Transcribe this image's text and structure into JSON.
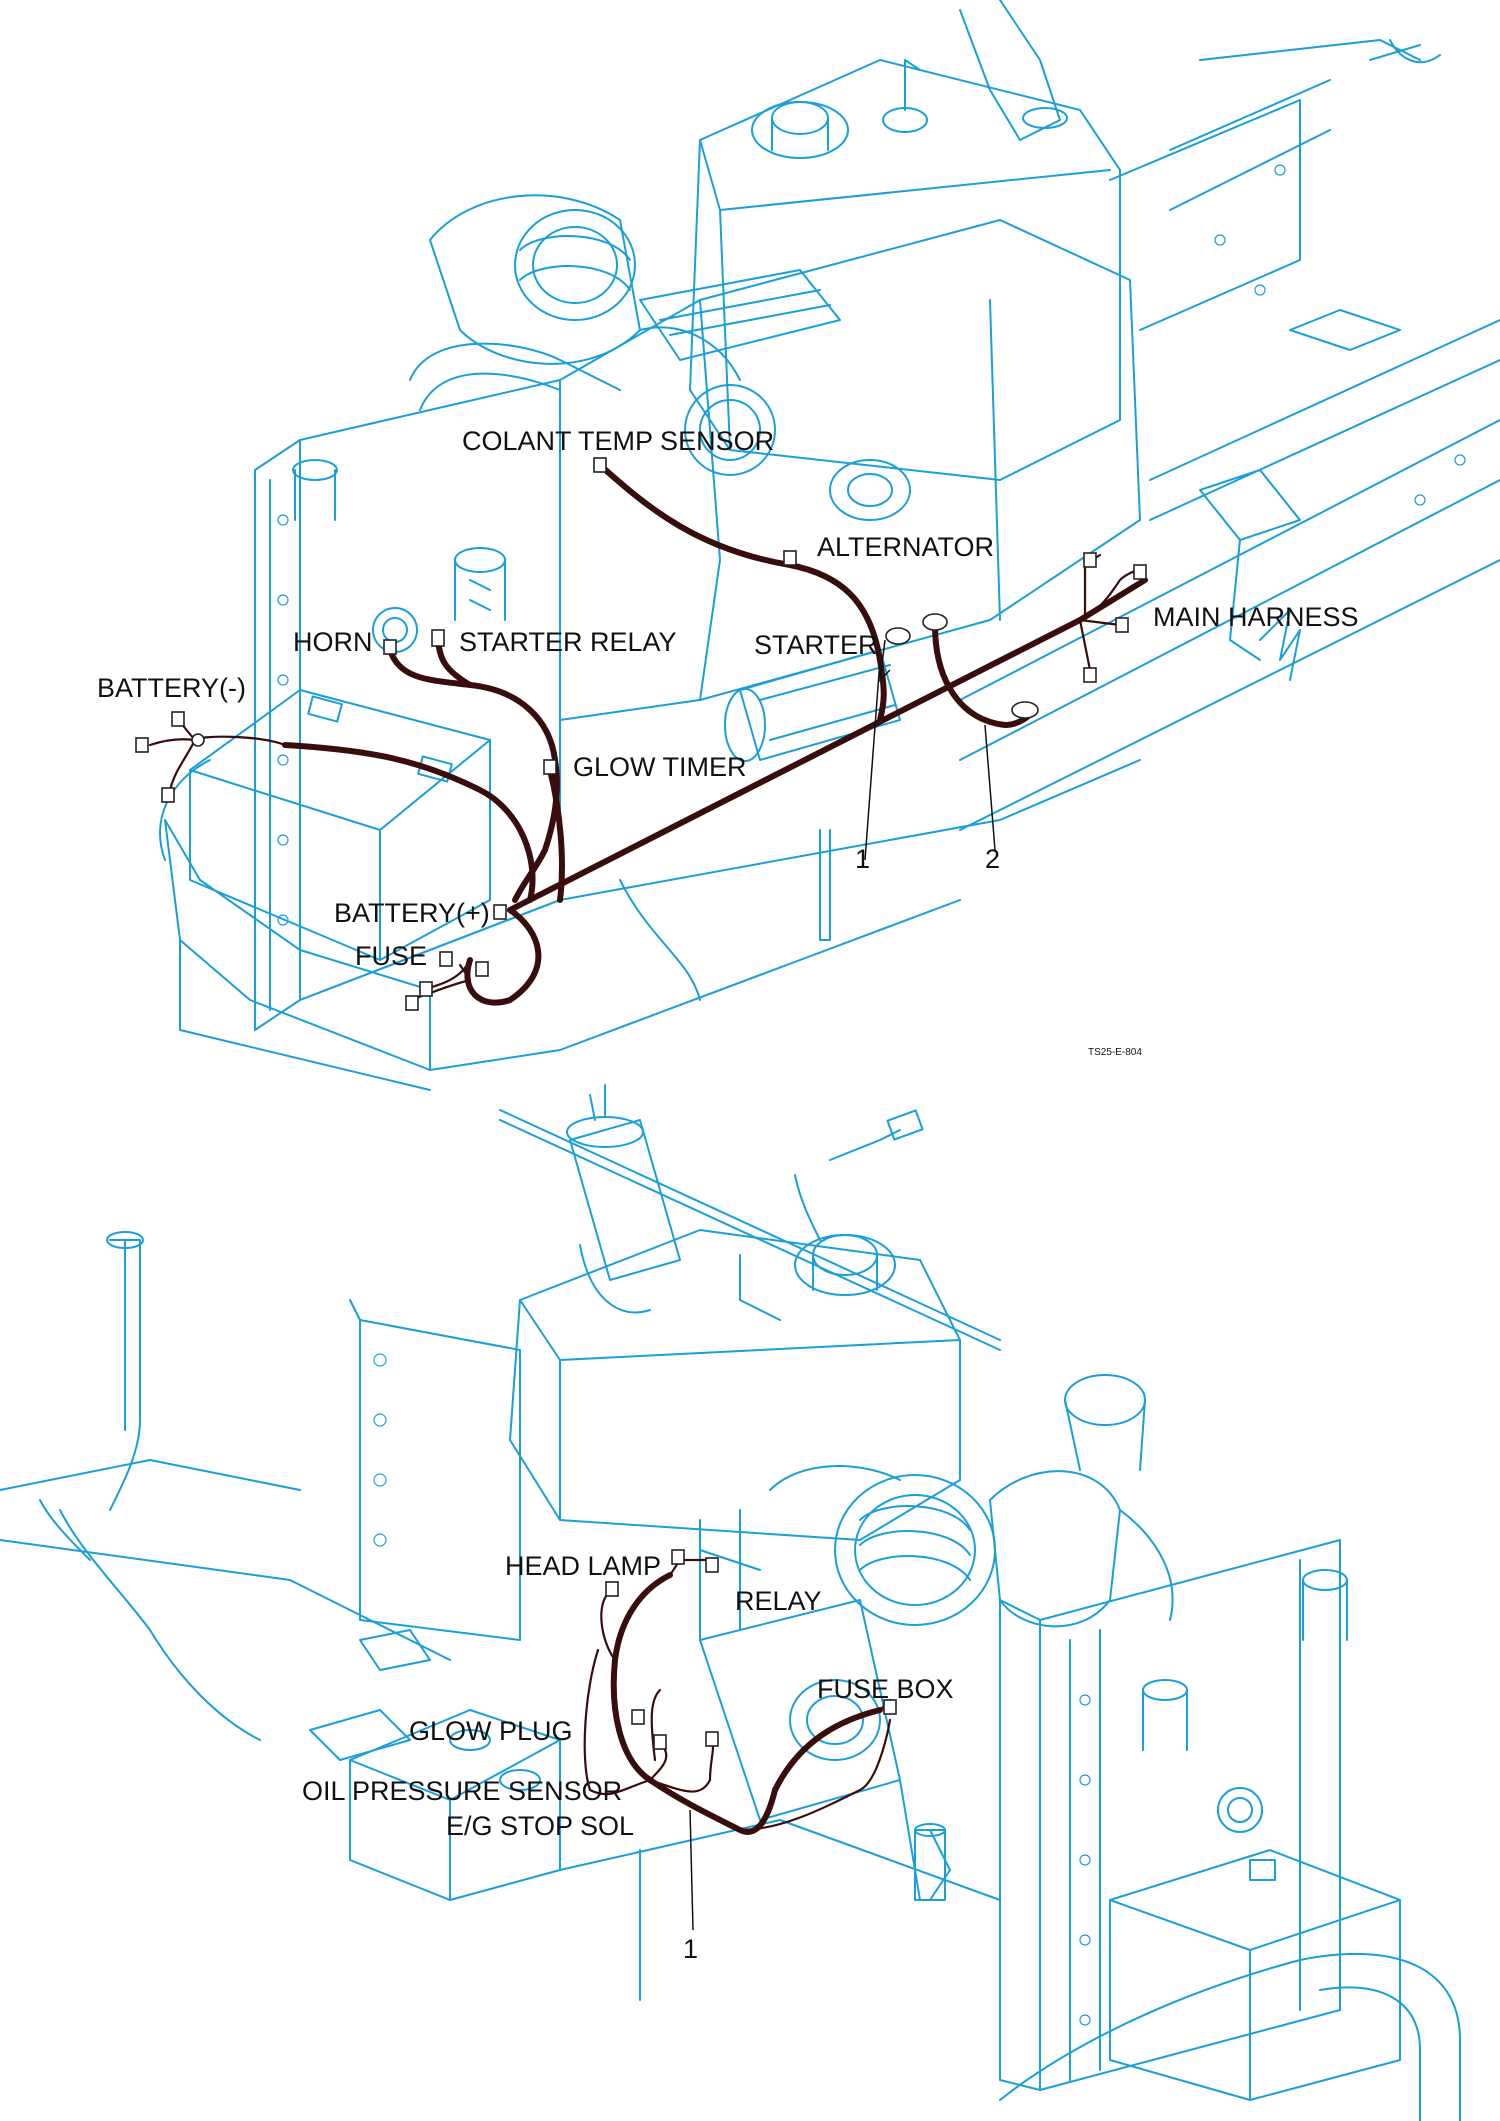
{
  "top_view": {
    "labels": {
      "coolant_temp_sensor": "COLANT TEMP SENSOR",
      "alternator": "ALTERNATOR",
      "main_harness": "MAIN HARNESS",
      "horn": "HORN",
      "starter_relay": "STARTER RELAY",
      "starter": "STARTER",
      "battery_neg": "BATTERY(-)",
      "glow_timer": "GLOW TIMER",
      "battery_pos": "BATTERY(+)",
      "fuse": "FUSE",
      "item_1": "1",
      "item_2": "2"
    },
    "figure_code": "TS25-E-804"
  },
  "bottom_view": {
    "labels": {
      "head_lamp": "HEAD LAMP",
      "relay": "RELAY",
      "fuse_box": "FUSE BOX",
      "glow_plug": "GLOW PLUG",
      "oil_pressure_sensor": "OIL PRESSURE SENSOR",
      "eg_stop_sol": "E/G STOP SOL",
      "item_1": "1"
    }
  },
  "colors": {
    "engine_line": "#1a9fd6",
    "harness": "#3a0d0d",
    "text": "#111111"
  }
}
